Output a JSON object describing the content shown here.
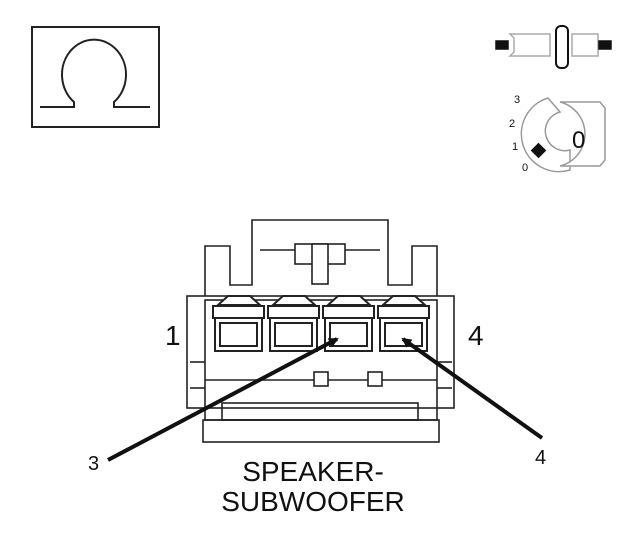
{
  "ohm_symbol": "Ω",
  "ignition": {
    "positions": [
      "3",
      "2",
      "1",
      "0"
    ],
    "key_marking": "0"
  },
  "connector": {
    "end_label_left": "1",
    "end_label_right": "4"
  },
  "callouts": [
    {
      "label": "3"
    },
    {
      "label": "4"
    }
  ],
  "caption": {
    "line1": "SPEAKER-",
    "line2": "SUBWOOFER"
  }
}
